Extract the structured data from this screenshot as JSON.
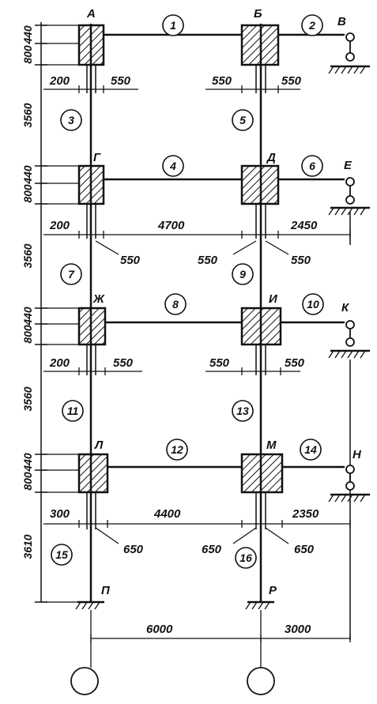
{
  "levels": [
    {
      "dim_top": "440",
      "dim_bottom": "800",
      "node_left": "А",
      "node_right": "Б",
      "node_support": "В",
      "beam_left": "1",
      "beam_right": "2",
      "dim_left_a": "200",
      "dim_left_b": "550",
      "dim_right_a": "550",
      "dim_right_b": "550"
    },
    {
      "dim_top": "440",
      "dim_bottom": "800",
      "node_left": "Г",
      "node_right": "Д",
      "node_support": "Е",
      "beam_left": "4",
      "beam_right": "6",
      "dim_left_a": "200",
      "dim_span": "4700",
      "dim_right_span": "2450",
      "dim_left_b": "550",
      "dim_right_a": "550",
      "dim_right_b": "550"
    },
    {
      "dim_top": "440",
      "dim_bottom": "800",
      "node_left": "Ж",
      "node_right": "И",
      "node_support": "К",
      "beam_left": "8",
      "beam_right": "10",
      "dim_left_a": "200",
      "dim_left_b": "550",
      "dim_right_a": "550",
      "dim_right_b": "550"
    },
    {
      "dim_top": "440",
      "dim_bottom": "800",
      "node_left": "Л",
      "node_right": "М",
      "node_support": "Н",
      "beam_left": "12",
      "beam_right": "14",
      "dim_left_a": "300",
      "dim_span": "4400",
      "dim_right_span": "2350",
      "dim_left_b": "650",
      "dim_right_a": "650",
      "dim_right_b": "650"
    }
  ],
  "stories": [
    {
      "height": "3560",
      "col_left": "3",
      "col_right": "5"
    },
    {
      "height": "3560",
      "col_left": "7",
      "col_right": "9"
    },
    {
      "height": "3560",
      "col_left": "11",
      "col_right": "13"
    },
    {
      "height": "3610",
      "col_left": "15",
      "col_right": "16"
    }
  ],
  "base": {
    "node_left": "П",
    "node_right": "Р",
    "span_main": "6000",
    "span_right": "3000"
  }
}
